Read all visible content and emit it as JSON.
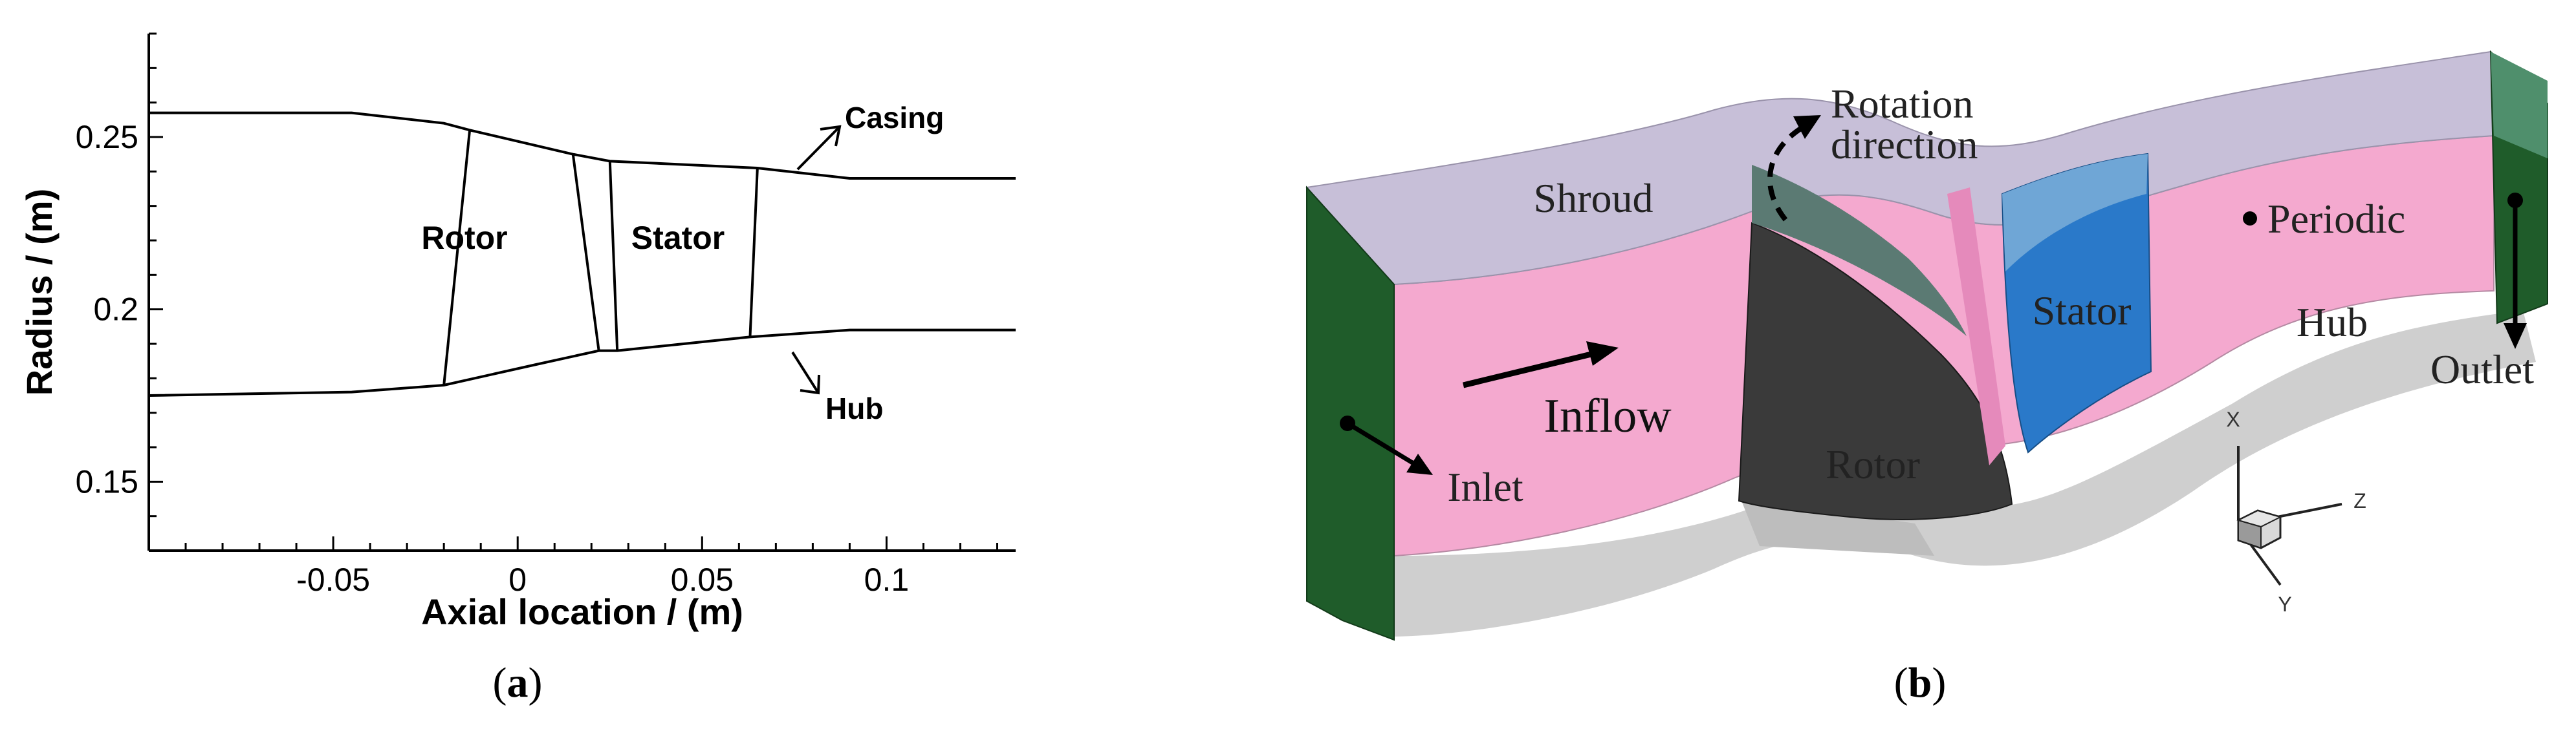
{
  "panel_a": {
    "label_open": "(",
    "label_letter": "a",
    "label_close": ")",
    "x_axis_title": "Axial location / (m)",
    "y_axis_title": "Radius / (m)",
    "x_tick_labels": [
      "-0.05",
      "0",
      "0.05",
      "0.1"
    ],
    "y_tick_labels": [
      "0.15",
      "0.2",
      "0.25"
    ],
    "casing_label": "Casing",
    "hub_label": "Hub",
    "rotor_label": "Rotor",
    "stator_label": "Stator"
  },
  "panel_b": {
    "label_open": "(",
    "label_letter": "b",
    "label_close": ")",
    "shroud": "Shroud",
    "rotation_line1": "Rotation",
    "rotation_line2": "direction",
    "periodic": "Periodic",
    "stator": "Stator",
    "hub": "Hub",
    "outlet": "Outlet",
    "inflow": "Inflow",
    "rotor": "Rotor",
    "inlet": "Inlet",
    "triad_x": "X",
    "triad_y": "Y",
    "triad_z": "Z"
  },
  "colors": {
    "inlet_outlet_face": "#1f5c2a",
    "periodic_face": "#f4a9cf",
    "shroud_face": "#c7bfd8",
    "rotor_blade": "#3a3a3a",
    "stator_blade": "#2a79c9",
    "shadow": "#c4c4c4"
  },
  "chart_data": {
    "type": "line",
    "xlabel": "Axial location / (m)",
    "ylabel": "Radius / (m)",
    "xlim": [
      -0.1,
      0.135
    ],
    "ylim": [
      0.13,
      0.28
    ],
    "x_ticks": [
      -0.05,
      0,
      0.05,
      0.1
    ],
    "y_ticks": [
      0.15,
      0.2,
      0.25
    ],
    "series": [
      {
        "name": "Casing",
        "x": [
          -0.1,
          -0.045,
          -0.02,
          -0.013,
          0.015,
          0.025,
          0.065,
          0.09,
          0.135
        ],
        "y": [
          0.257,
          0.257,
          0.254,
          0.252,
          0.245,
          0.243,
          0.241,
          0.238,
          0.238
        ]
      },
      {
        "name": "Hub",
        "x": [
          -0.1,
          -0.045,
          -0.02,
          0.005,
          0.022,
          0.027,
          0.063,
          0.09,
          0.135
        ],
        "y": [
          0.175,
          0.176,
          0.178,
          0.184,
          0.188,
          0.188,
          0.192,
          0.194,
          0.194
        ]
      },
      {
        "name": "Rotor",
        "x": [
          -0.013,
          -0.02,
          0.015,
          0.022
        ],
        "y": [
          0.252,
          0.178,
          0.245,
          0.188
        ]
      },
      {
        "name": "Stator",
        "x": [
          0.025,
          0.027,
          0.065,
          0.063
        ],
        "y": [
          0.243,
          0.188,
          0.241,
          0.192
        ]
      }
    ]
  }
}
